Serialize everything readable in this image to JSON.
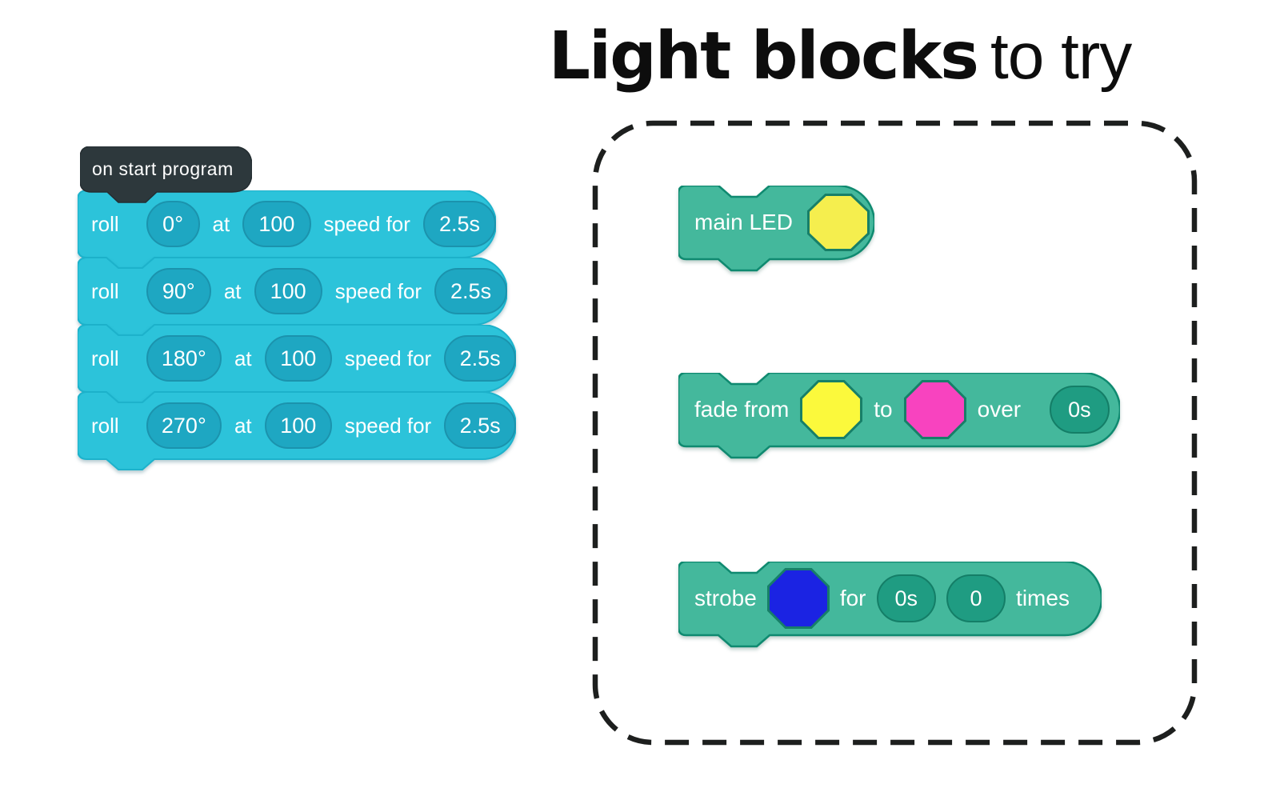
{
  "title": {
    "emphasis": "Light blocks",
    "rest": "to try"
  },
  "canvas": {
    "start_block": {
      "label": "on start program"
    },
    "roll_blocks": [
      {
        "verb": "roll",
        "heading": "0°",
        "at": "at",
        "speed": "100",
        "speed_for": "speed for",
        "duration": "2.5s"
      },
      {
        "verb": "roll",
        "heading": "90°",
        "at": "at",
        "speed": "100",
        "speed_for": "speed for",
        "duration": "2.5s"
      },
      {
        "verb": "roll",
        "heading": "180°",
        "at": "at",
        "speed": "100",
        "speed_for": "speed for",
        "duration": "2.5s"
      },
      {
        "verb": "roll",
        "heading": "270°",
        "at": "at",
        "speed": "100",
        "speed_for": "speed for",
        "duration": "2.5s"
      }
    ]
  },
  "light_blocks_panel": {
    "main_led": {
      "label": "main LED",
      "color": "#f5ee4e"
    },
    "fade": {
      "label_from": "fade from",
      "from_color": "#fbf93c",
      "label_to": "to",
      "to_color": "#f843bf",
      "label_over": "over",
      "duration": "0s"
    },
    "strobe": {
      "label": "strobe",
      "color": "#1b23e3",
      "label_for": "for",
      "duration": "0s",
      "count": "0",
      "label_times": "times"
    }
  },
  "colors": {
    "canvas_block": "#2cc3da",
    "canvas_pill": "#1ea7c2",
    "event_block": "#2d383c",
    "light_block": "#44b89c",
    "light_pill": "#1f9c82",
    "panel_border": "#1d1f1e",
    "block_text": "#ffffff",
    "title_text": "#0d0d0d"
  }
}
